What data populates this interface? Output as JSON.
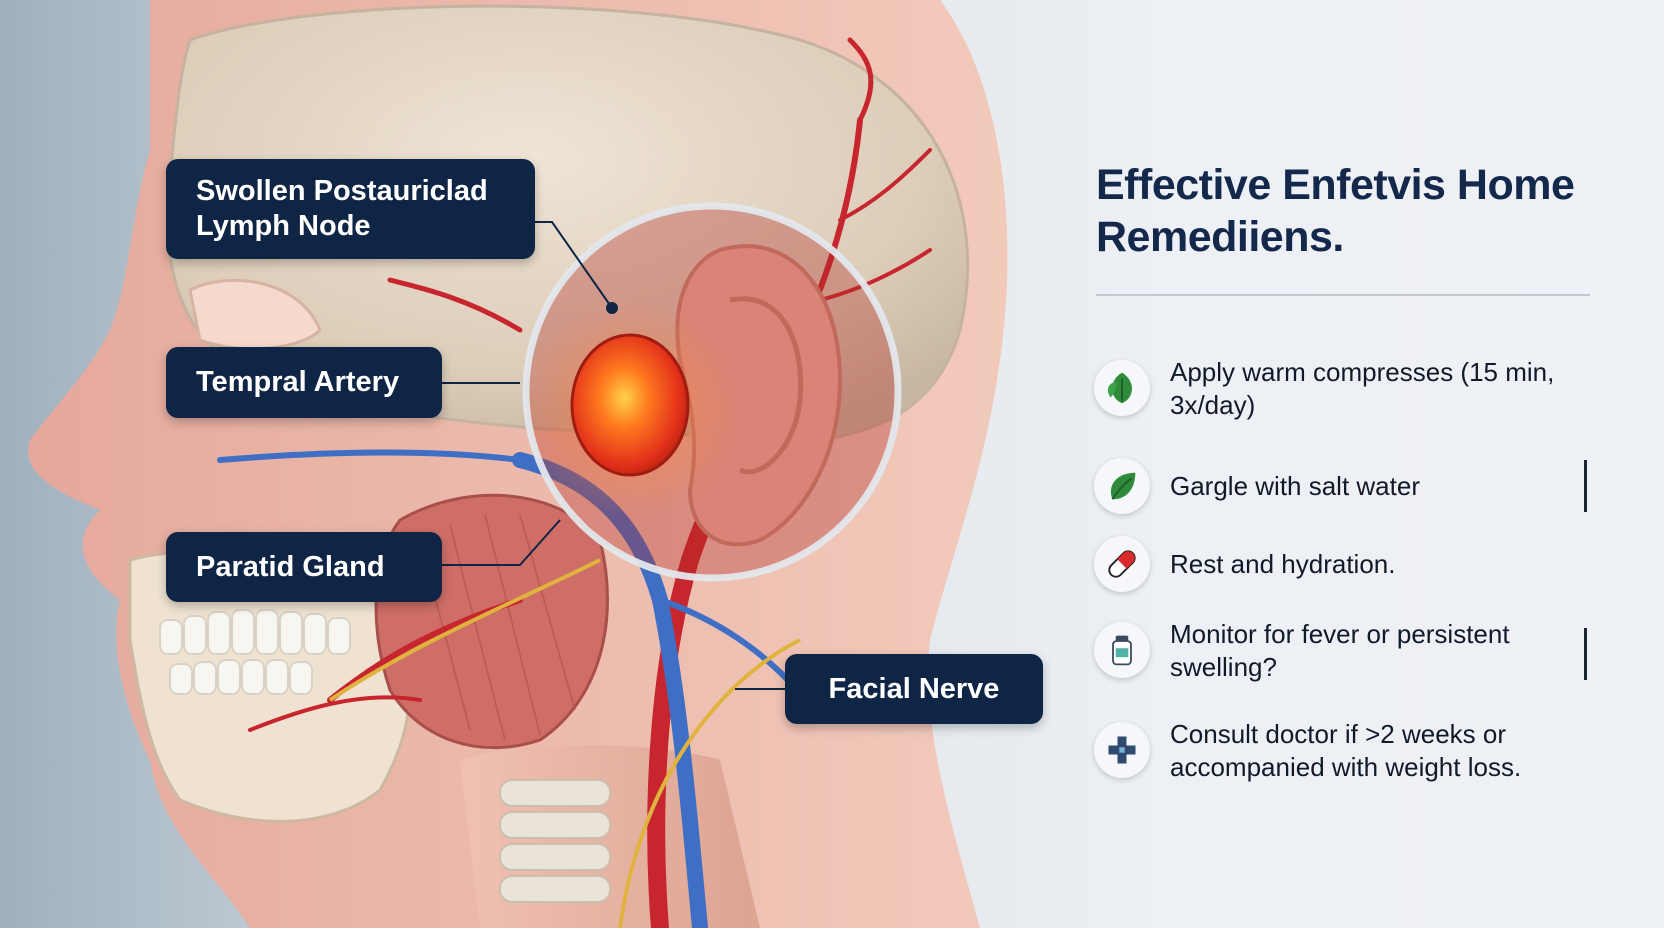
{
  "labels": {
    "lymph_node": "Swollen Postauriclad Lymph Node",
    "temporal_artery": "Tempral Artery",
    "parotid_gland": "Paratid Gland",
    "facial_nerve": "Facial Nerve"
  },
  "panel": {
    "title": "Effective Enfetvis Home Remediiens.",
    "remedies": [
      {
        "icon": "leaf-icon",
        "text": "Apply warm compresses (15 min, 3x/day)"
      },
      {
        "icon": "leaf-icon",
        "text": "Gargle with salt water"
      },
      {
        "icon": "pill-capsule-icon",
        "text": "Rest and hydration."
      },
      {
        "icon": "medicine-bottle-icon",
        "text": "Monitor for fever or persistent swelling?"
      },
      {
        "icon": "medical-cross-icon",
        "text": "Consult doctor if >2 weeks or accompanied with weight loss."
      }
    ]
  },
  "colors": {
    "label_bg": "#0f2545",
    "title": "#14284b",
    "leaf_green": "#2e8b3a",
    "artery_red": "#c8262e",
    "vein_blue": "#3f6fc4",
    "node_orange": "#ff5a1f"
  }
}
